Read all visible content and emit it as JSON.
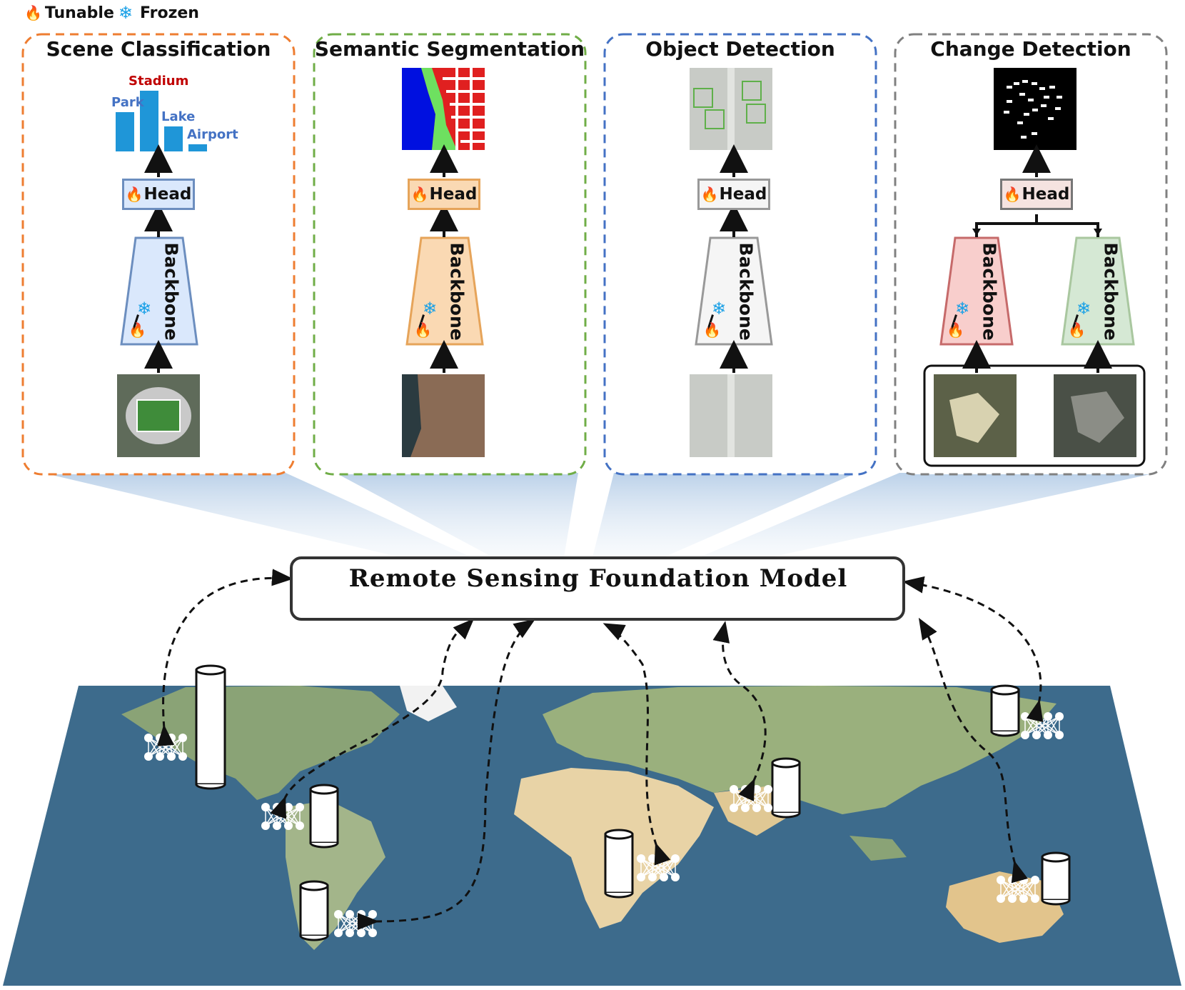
{
  "legend": {
    "tunable_label": "Tunable",
    "frozen_label": "Frozen"
  },
  "panels": [
    {
      "title": "Scene Classification",
      "color": "#ee7d31",
      "head_label": "Head",
      "backbone_label": "Backbone"
    },
    {
      "title": "Semantic Segmentation",
      "color": "#70ad47",
      "head_label": "Head",
      "backbone_label": "Backbone"
    },
    {
      "title": "Object Detection",
      "color": "#4472c4",
      "head_label": "Head",
      "backbone_label": "Backbone"
    },
    {
      "title": "Change Detection",
      "color": "#808080",
      "head_label": "Head",
      "backbone_label": "Backbone",
      "backbone_label_2": "Backbone"
    }
  ],
  "scene_bars": {
    "labels": [
      "Park",
      "Stadium",
      "Lake",
      "Airport"
    ],
    "label_colors": [
      "#4472c4",
      "#c00000",
      "#4472c4",
      "#4472c4"
    ],
    "values": [
      0.55,
      0.85,
      0.35,
      0.1
    ]
  },
  "center": {
    "title": "Remote Sensing Foundation Model"
  },
  "icons": {
    "fire": "fire-icon",
    "snow": "snowflake-icon",
    "database": "database-icon",
    "network": "neural-network-icon"
  }
}
